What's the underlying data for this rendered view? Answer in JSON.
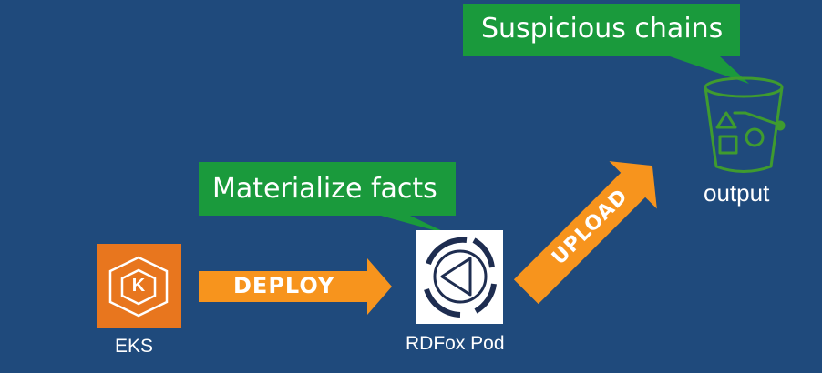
{
  "nodes": {
    "eks": {
      "label": "EKS",
      "badge_letter": "K"
    },
    "rdfox": {
      "label": "RDFox Pod"
    },
    "output": {
      "label": "output"
    }
  },
  "callouts": {
    "materialize": "Materialize facts",
    "suspicious": "Suspicious chains"
  },
  "arrows": {
    "deploy": "DEPLOY",
    "upload": "UPLOAD"
  },
  "colors": {
    "background": "#1f4a7c",
    "eks_orange": "#e8761e",
    "arrow_orange": "#f7941d",
    "callout_green": "#1a9a3c",
    "bucket_green": "#3f9b2f",
    "rdfox_navy": "#1e2d50"
  }
}
